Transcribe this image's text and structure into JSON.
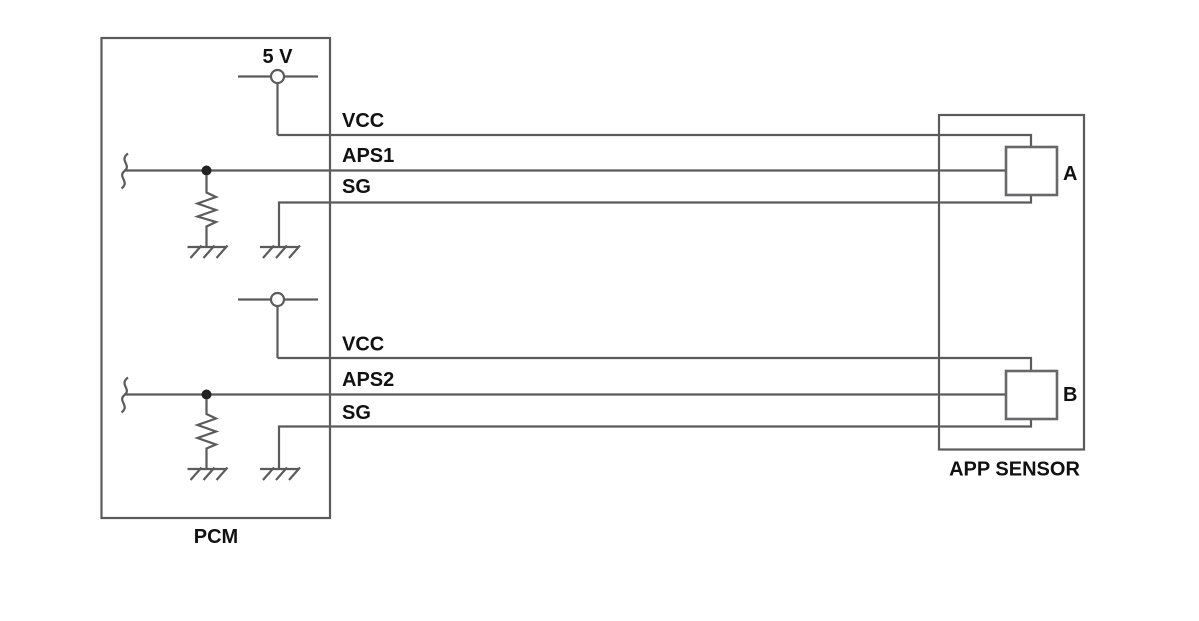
{
  "diagram_type": "wiring-schematic",
  "colors": {
    "line": "#5b5b5d",
    "text": "#111111",
    "background": "#ffffff"
  },
  "pcm": {
    "label": "PCM",
    "supply_label": "5 V"
  },
  "app_sensor": {
    "label": "APP SENSOR",
    "connector_a": "A",
    "connector_b": "B"
  },
  "circuit1": {
    "vcc": "VCC",
    "signal": "APS1",
    "ground": "SG"
  },
  "circuit2": {
    "vcc": "VCC",
    "signal": "APS2",
    "ground": "SG"
  }
}
